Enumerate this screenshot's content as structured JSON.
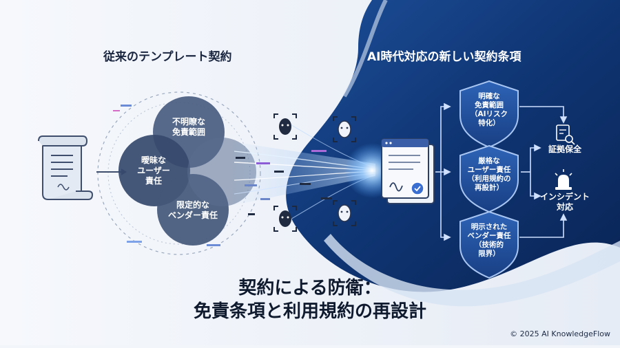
{
  "headings": {
    "left": "従来のテンプレート契約",
    "right": "AI時代対応の新しい契約条項"
  },
  "venn": {
    "top": "不明瞭な\n免責範囲",
    "left": "曖昧な\nユーザー\n責任",
    "bottom": "限定的な\nベンダー責任"
  },
  "shields": [
    "明確な\n免責範囲\n（AIリスク\n特化）",
    "厳格な\nユーザー責任\n（利用規約の\n再設計）",
    "明示された\nベンダー責任\n（技術的\n限界）"
  ],
  "side": {
    "evidence": "証拠保全",
    "incident": "インシデント\n対応"
  },
  "title": {
    "line1": "契約による防衛：",
    "line2": "免責条項と利用規約の再設計"
  },
  "footer": {
    "copyright": "© 2025 AI KnowledgeFlow"
  },
  "colors": {
    "navy": "#0d2a5c",
    "accent": "#2f6fd1",
    "venn": "#3b4f76"
  }
}
